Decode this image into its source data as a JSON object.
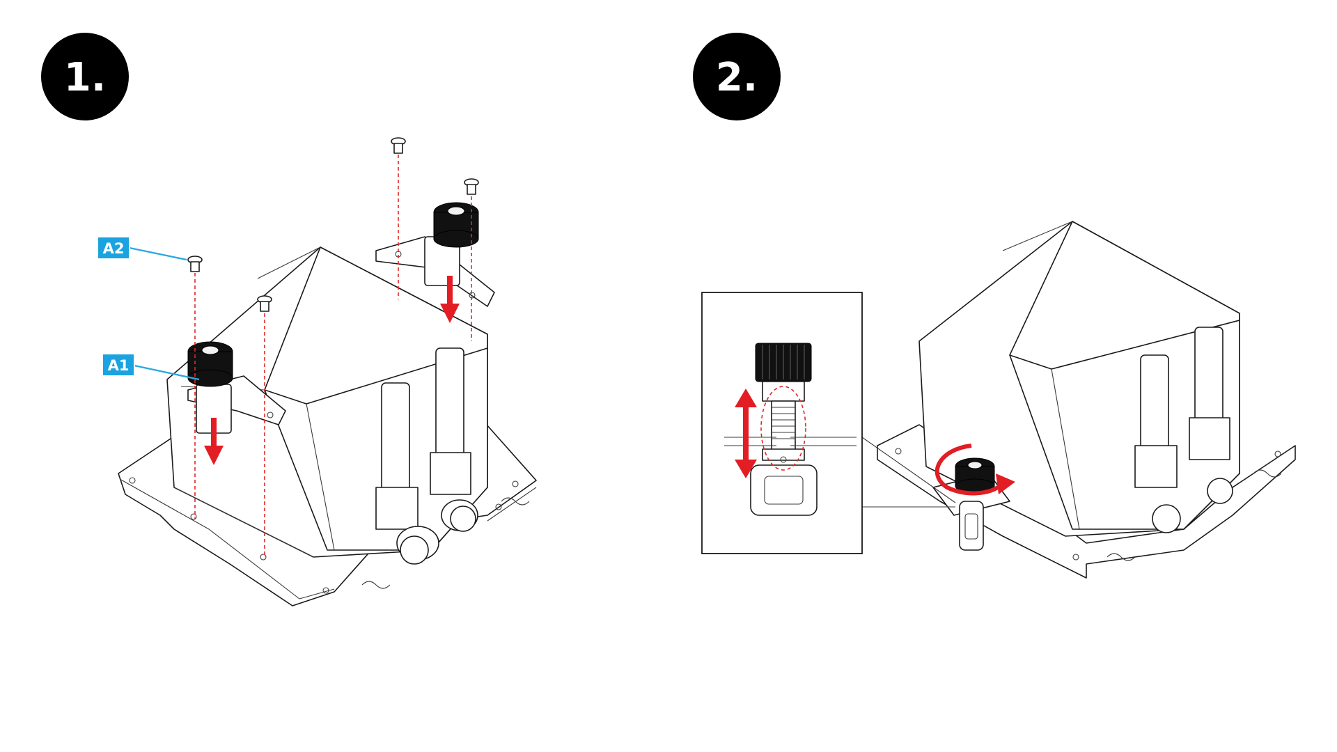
{
  "steps": [
    {
      "number_label": "1."
    },
    {
      "number_label": "2."
    }
  ],
  "callouts": {
    "a1": "A1",
    "a2": "A2"
  },
  "colors": {
    "badge": "#000000",
    "callout": "#1aa3e0",
    "arrow": "#e21d24",
    "guide_line": "#e02727"
  }
}
